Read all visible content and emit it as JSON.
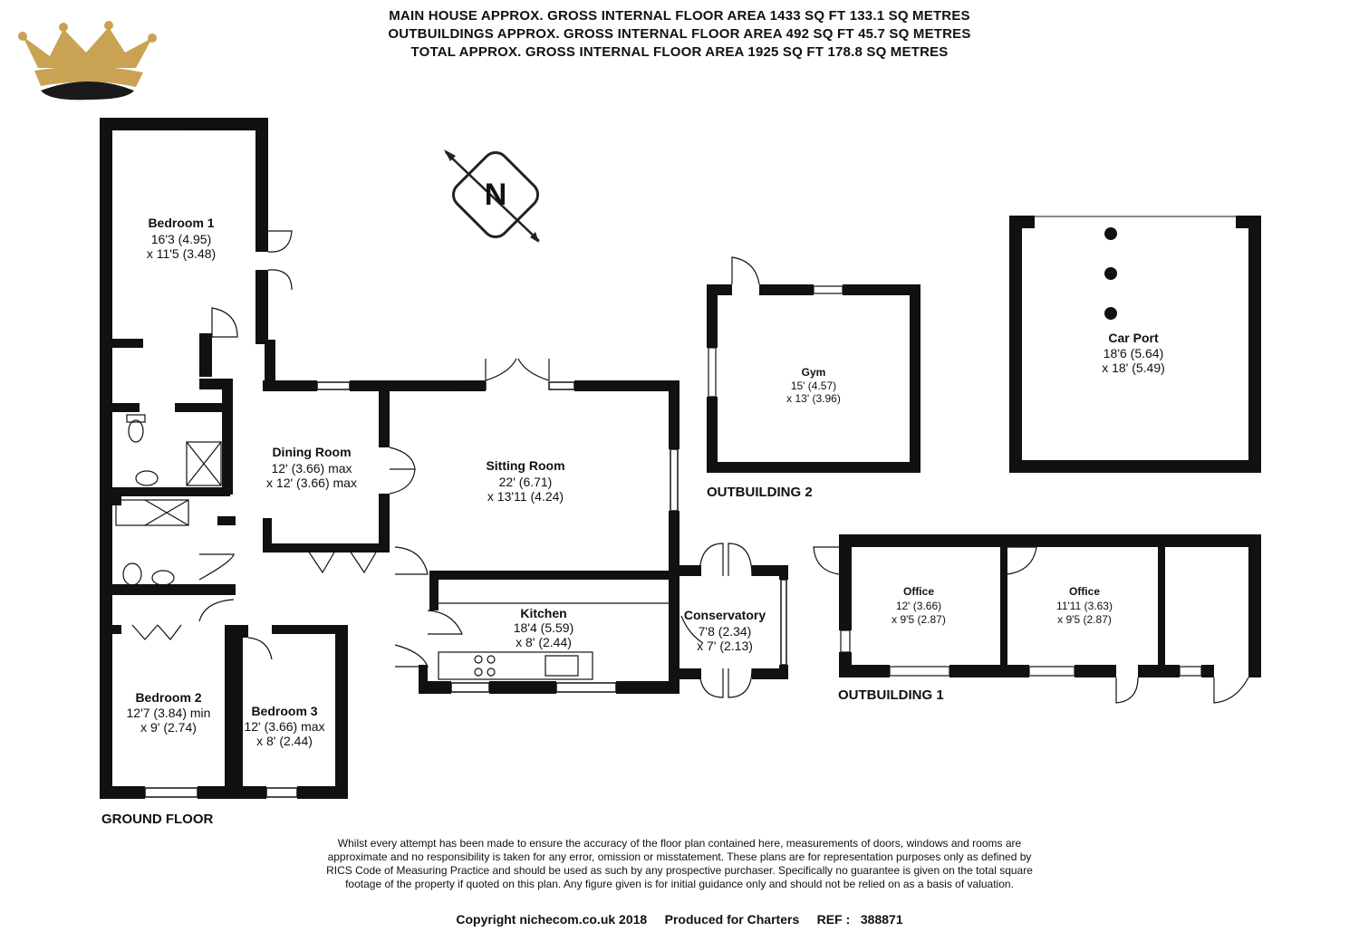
{
  "header": {
    "line1": "MAIN HOUSE APPROX. GROSS INTERNAL FLOOR AREA 1433 SQ FT 133.1 SQ METRES",
    "line2": "OUTBUILDINGS APPROX. GROSS INTERNAL FLOOR AREA 492 SQ FT 45.7 SQ METRES",
    "line3": "TOTAL APPROX. GROSS INTERNAL FLOOR AREA 1925 SQ FT 178.8 SQ METRES"
  },
  "logo": {
    "icon": "crown-icon",
    "gold": "#c9a253",
    "dark": "#1a1a1a"
  },
  "compass": {
    "letter": "N",
    "icon": "north-compass-icon"
  },
  "rooms": {
    "bedroom1": {
      "name": "Bedroom 1",
      "dim1": "16'3 (4.95)",
      "dim2": "x 11'5 (3.48)"
    },
    "dining": {
      "name": "Dining Room",
      "dim1": "12' (3.66) max",
      "dim2": "x 12' (3.66) max"
    },
    "sitting": {
      "name": "Sitting Room",
      "dim1": "22' (6.71)",
      "dim2": "x 13'11 (4.24)"
    },
    "kitchen": {
      "name": "Kitchen",
      "dim1": "18'4 (5.59)",
      "dim2": "x 8' (2.44)"
    },
    "conservatory": {
      "name": "Conservatory",
      "dim1": "7'8 (2.34)",
      "dim2": "x 7' (2.13)"
    },
    "bedroom2": {
      "name": "Bedroom 2",
      "dim1": "12'7 (3.84) min",
      "dim2": "x 9' (2.74)"
    },
    "bedroom3": {
      "name": "Bedroom 3",
      "dim1": "12' (3.66) max",
      "dim2": "x 8' (2.44)"
    },
    "gym": {
      "name": "Gym",
      "dim1": "15' (4.57)",
      "dim2": "x 13' (3.96)"
    },
    "carport": {
      "name": "Car Port",
      "dim1": "18'6 (5.64)",
      "dim2": "x 18' (5.49)"
    },
    "office1": {
      "name": "Office",
      "dim1": "12' (3.66)",
      "dim2": "x 9'5 (2.87)"
    },
    "office2": {
      "name": "Office",
      "dim1": "11'11 (3.63)",
      "dim2": "x 9'5 (2.87)"
    }
  },
  "labels": {
    "ground_floor": "GROUND FLOOR",
    "outbuilding1": "OUTBUILDING 1",
    "outbuilding2": "OUTBUILDING 2"
  },
  "disclaimer": "Whilst every attempt has been made to ensure the accuracy of the floor plan contained here, measurements of doors, windows and rooms are approximate and no responsibility is taken for any error, omission or misstatement. These plans are for representation purposes only as defined by RICS Code of Measuring Practice and should be used as such by any prospective purchaser. Specifically no guarantee is given on the total square footage of the property if quoted on this plan. Any figure given is for initial guidance only and should not be relied on as a basis of valuation.",
  "copyright": "Copyright nichecom.co.uk 2018     Produced for Charters     REF :   388871"
}
